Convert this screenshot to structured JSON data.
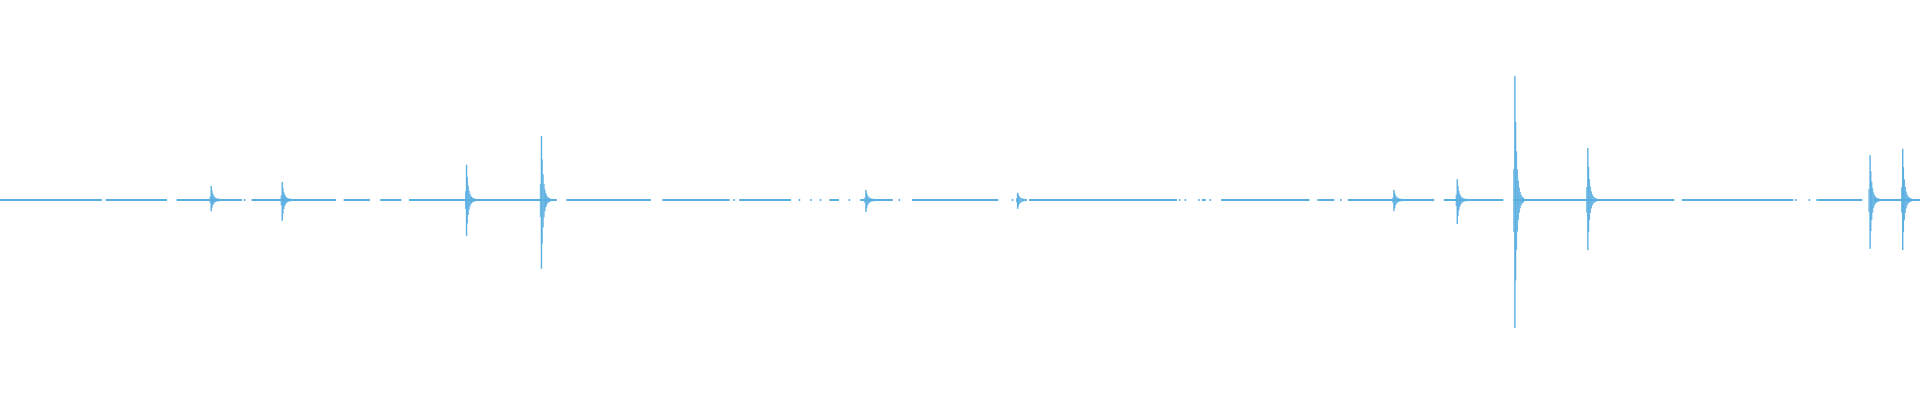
{
  "waveform": {
    "color": "#5aaee0",
    "background": "#ffffff",
    "segments": [
      [
        0,
        0.053
      ],
      [
        0.055,
        0.087
      ],
      [
        0.092,
        0.126
      ],
      [
        0.131,
        0.175
      ],
      [
        0.179,
        0.192
      ],
      [
        0.198,
        0.209
      ],
      [
        0.213,
        0.29
      ],
      [
        0.295,
        0.339
      ],
      [
        0.345,
        0.38
      ],
      [
        0.385,
        0.412
      ],
      [
        0.432,
        0.437
      ],
      [
        0.448,
        0.465
      ],
      [
        0.475,
        0.52
      ],
      [
        0.536,
        0.613
      ],
      [
        0.626,
        0.628
      ],
      [
        0.636,
        0.682
      ],
      [
        0.687,
        0.695
      ],
      [
        0.702,
        0.747
      ],
      [
        0.752,
        0.783
      ],
      [
        0.788,
        0.872
      ],
      [
        0.876,
        0.934
      ],
      [
        0.947,
        0.97
      ],
      [
        0.976,
        1.0
      ]
    ],
    "dots": [
      0.02,
      0.045,
      0.052,
      0.056,
      0.099,
      0.115,
      0.118,
      0.127,
      0.138,
      0.184,
      0.187,
      0.192,
      0.202,
      0.347,
      0.352,
      0.361,
      0.366,
      0.371,
      0.376,
      0.382,
      0.399,
      0.404,
      0.416,
      0.422,
      0.427,
      0.442,
      0.468,
      0.482,
      0.489,
      0.519,
      0.527,
      0.53,
      0.536,
      0.539,
      0.545,
      0.549,
      0.553,
      0.558,
      0.565,
      0.571,
      0.614,
      0.617,
      0.624,
      0.63,
      0.65,
      0.655,
      0.673,
      0.678,
      0.686,
      0.69,
      0.694,
      0.698,
      0.745,
      0.753,
      0.796,
      0.798,
      0.8,
      0.846,
      0.856,
      0.866,
      0.871,
      0.916,
      0.921,
      0.926,
      0.935,
      0.942,
      0.946,
      0.966,
      0.978
    ],
    "spikes": [
      {
        "pos": 0.11,
        "up": 0.035,
        "down": 0.028
      },
      {
        "pos": 0.147,
        "up": 0.045,
        "down": 0.052
      },
      {
        "pos": 0.243,
        "up": 0.088,
        "down": 0.09
      },
      {
        "pos": 0.282,
        "up": 0.16,
        "down": 0.172
      },
      {
        "pos": 0.451,
        "up": 0.025,
        "down": 0.03
      },
      {
        "pos": 0.53,
        "up": 0.018,
        "down": 0.022
      },
      {
        "pos": 0.726,
        "up": 0.025,
        "down": 0.028
      },
      {
        "pos": 0.759,
        "up": 0.052,
        "down": 0.06
      },
      {
        "pos": 0.789,
        "up": 0.31,
        "down": 0.32
      },
      {
        "pos": 0.827,
        "up": 0.13,
        "down": 0.125
      },
      {
        "pos": 0.974,
        "up": 0.112,
        "down": 0.122
      },
      {
        "pos": 0.991,
        "up": 0.128,
        "down": 0.125
      }
    ]
  }
}
